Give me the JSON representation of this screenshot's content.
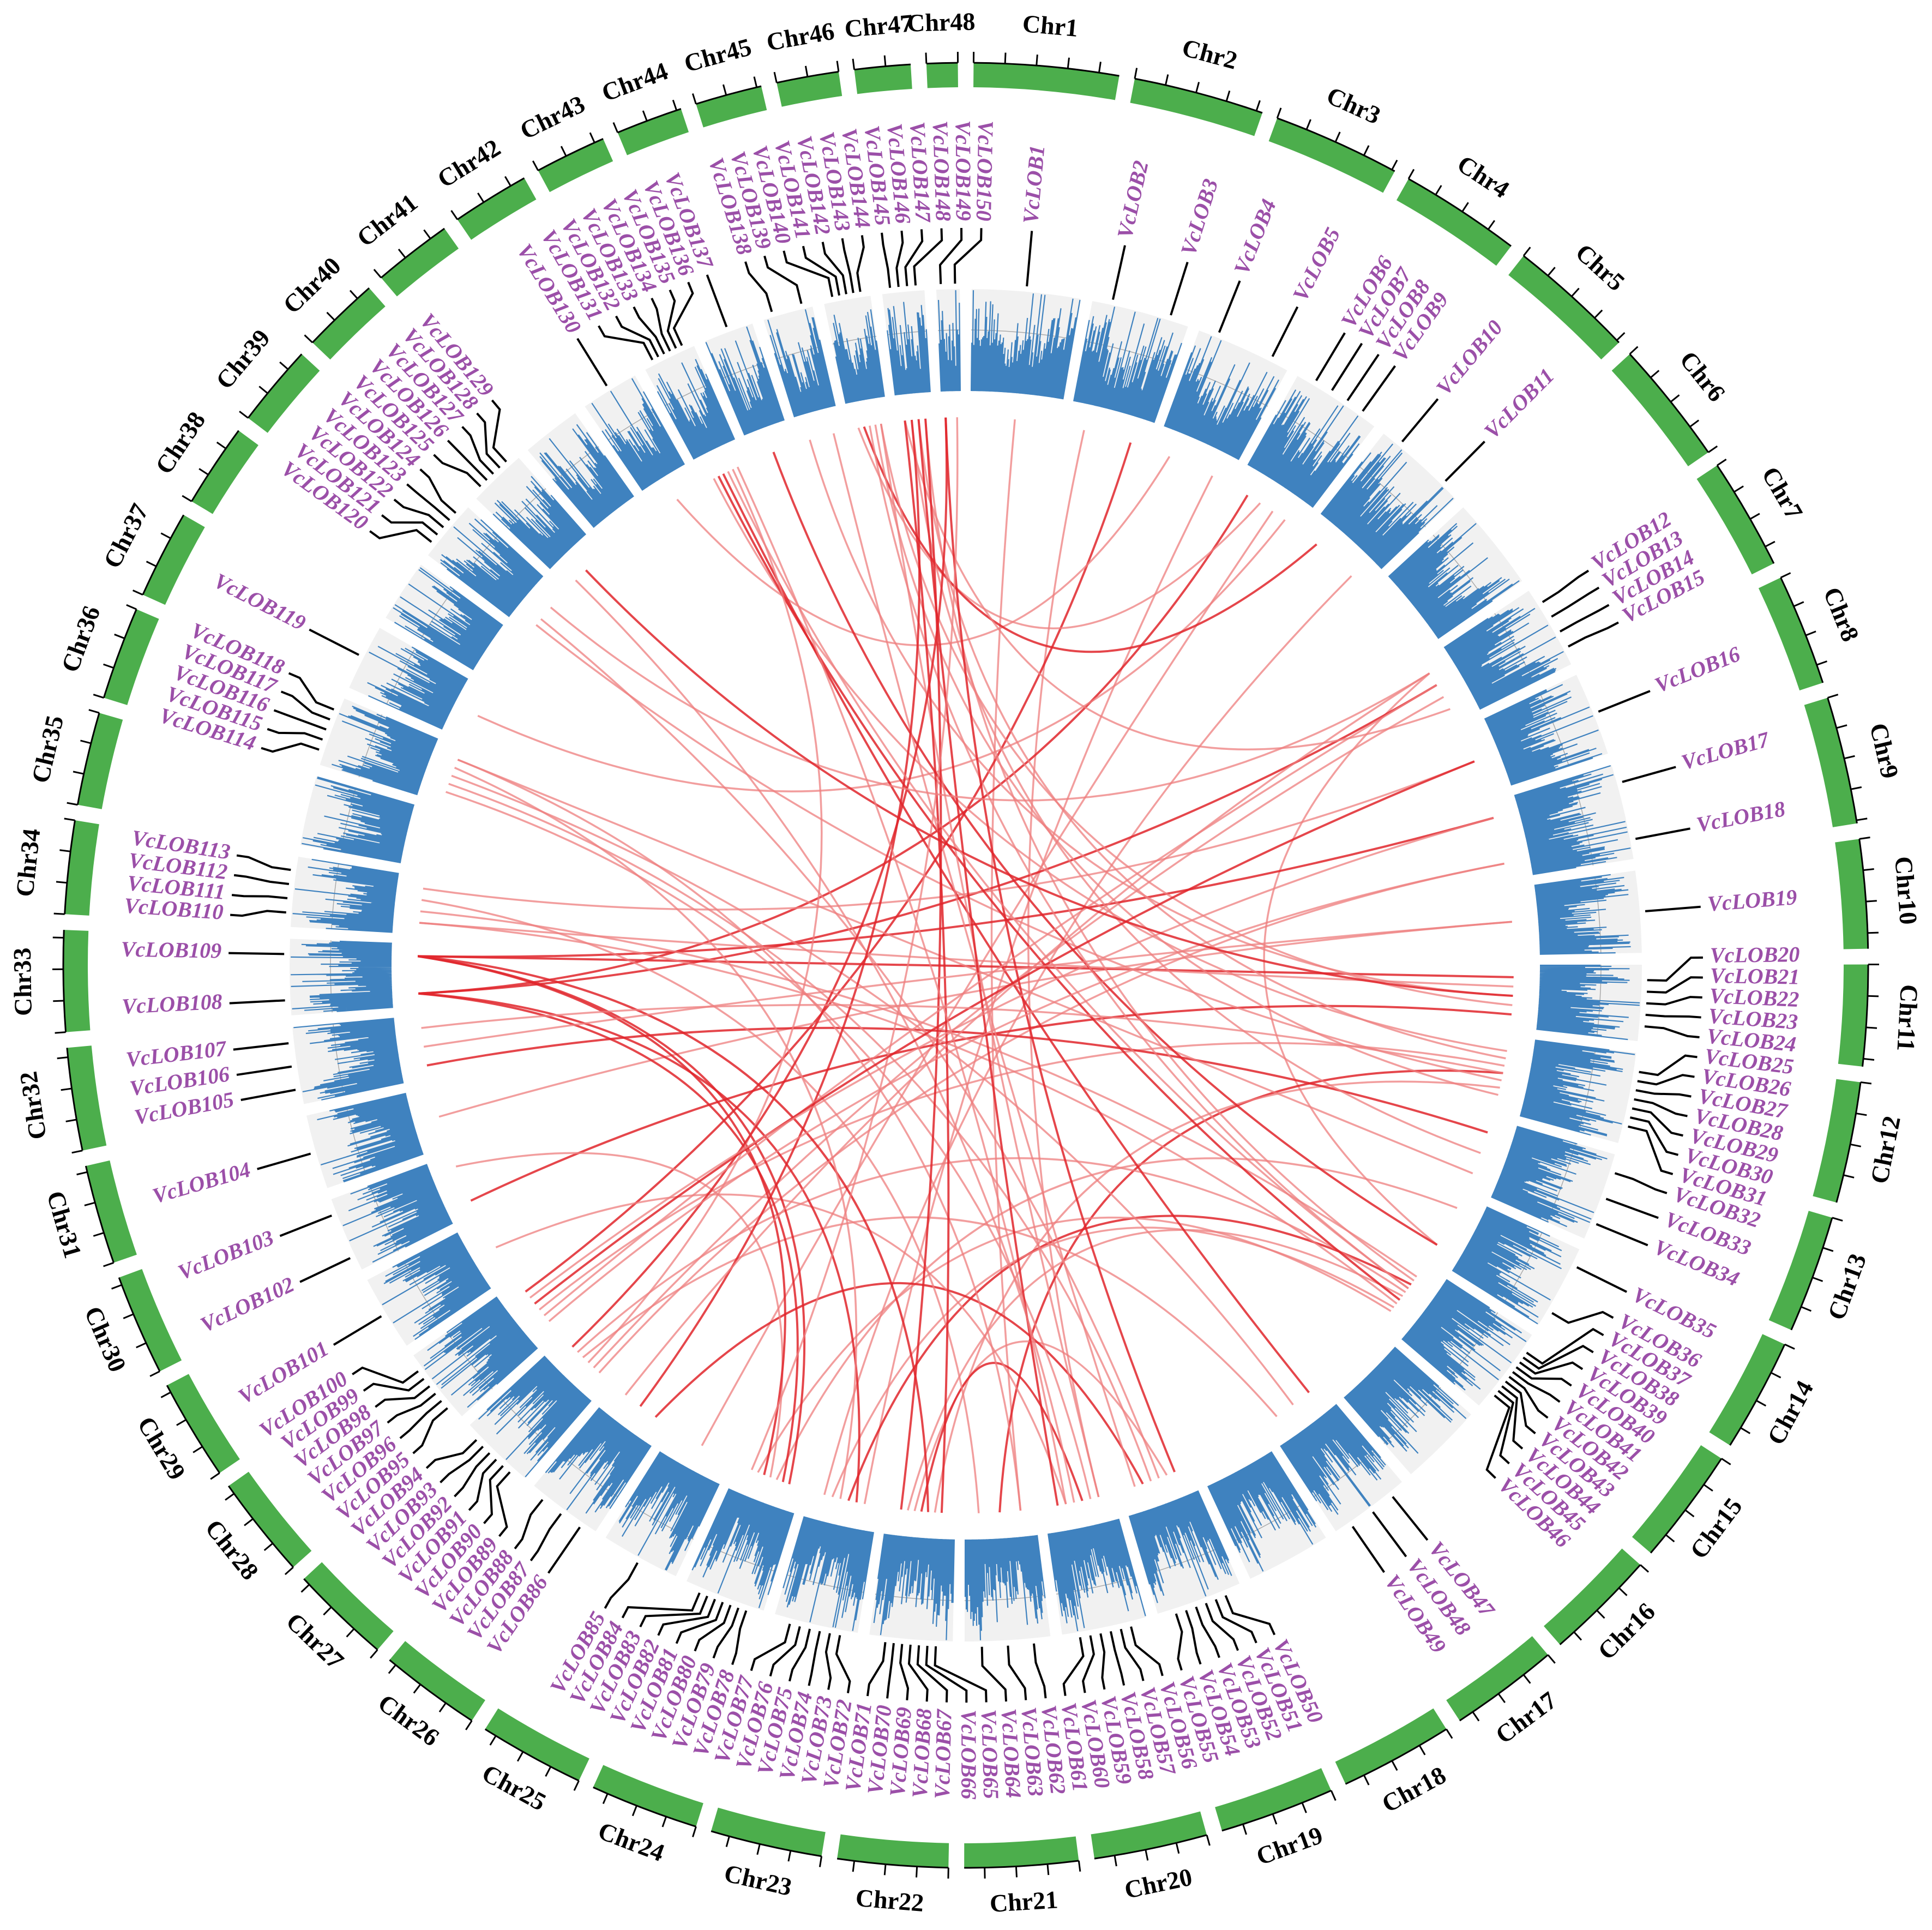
{
  "chart_data": {
    "type": "circos",
    "title": "",
    "colors": {
      "chromosome": "#4cae4c",
      "density": "#3f82bf",
      "track_bg": "#f1f1f1",
      "gene_label": "#9b4fa8",
      "link_light": "#ee7d7d",
      "link_dark": "#e0262b"
    },
    "chromosomes": [
      {
        "name": "Chr1",
        "length": 9.3
      },
      {
        "name": "Chr2",
        "length": 8.4
      },
      {
        "name": "Chr3",
        "length": 8.2
      },
      {
        "name": "Chr4",
        "length": 7.8
      },
      {
        "name": "Chr5",
        "length": 8.2
      },
      {
        "name": "Chr6",
        "length": 8.0
      },
      {
        "name": "Chr7",
        "length": 7.2
      },
      {
        "name": "Chr8",
        "length": 7.2
      },
      {
        "name": "Chr9",
        "length": 8.2
      },
      {
        "name": "Chr10",
        "length": 7.0
      },
      {
        "name": "Chr11",
        "length": 6.5
      },
      {
        "name": "Chr12",
        "length": 7.8
      },
      {
        "name": "Chr13",
        "length": 7.6
      },
      {
        "name": "Chr14",
        "length": 7.3
      },
      {
        "name": "Chr15",
        "length": 7.5
      },
      {
        "name": "Chr16",
        "length": 7.2
      },
      {
        "name": "Chr17",
        "length": 7.0
      },
      {
        "name": "Chr18",
        "length": 7.3
      },
      {
        "name": "Chr19",
        "length": 7.4
      },
      {
        "name": "Chr20",
        "length": 7.3
      },
      {
        "name": "Chr21",
        "length": 7.3
      },
      {
        "name": "Chr22",
        "length": 7.1
      },
      {
        "name": "Chr23",
        "length": 7.2
      },
      {
        "name": "Chr24",
        "length": 7.0
      },
      {
        "name": "Chr25",
        "length": 6.8
      },
      {
        "name": "Chr26",
        "length": 6.5
      },
      {
        "name": "Chr27",
        "length": 6.5
      },
      {
        "name": "Chr28",
        "length": 6.6
      },
      {
        "name": "Chr29",
        "length": 6.5
      },
      {
        "name": "Chr30",
        "length": 6.5
      },
      {
        "name": "Chr31",
        "length": 6.4
      },
      {
        "name": "Chr32",
        "length": 6.6
      },
      {
        "name": "Chr33",
        "length": 6.5
      },
      {
        "name": "Chr34",
        "length": 6.0
      },
      {
        "name": "Chr35",
        "length": 6.0
      },
      {
        "name": "Chr36",
        "length": 6.0
      },
      {
        "name": "Chr37",
        "length": 5.7
      },
      {
        "name": "Chr38",
        "length": 5.4
      },
      {
        "name": "Chr39",
        "length": 5.3
      },
      {
        "name": "Chr40",
        "length": 5.0
      },
      {
        "name": "Chr41",
        "length": 5.1
      },
      {
        "name": "Chr42",
        "length": 5.0
      },
      {
        "name": "Chr43",
        "length": 4.6
      },
      {
        "name": "Chr44",
        "length": 4.3
      },
      {
        "name": "Chr45",
        "length": 4.3
      },
      {
        "name": "Chr46",
        "length": 4.0
      },
      {
        "name": "Chr47",
        "length": 3.6
      },
      {
        "name": "Chr48",
        "length": 2.0
      }
    ],
    "genes": [
      [
        "VcLOB1",
        1
      ],
      [
        "VcLOB2",
        2
      ],
      [
        "VcLOB3",
        2
      ],
      [
        "VcLOB4",
        3
      ],
      [
        "VcLOB5",
        3
      ],
      [
        "VcLOB6",
        4
      ],
      [
        "VcLOB7",
        4
      ],
      [
        "VcLOB8",
        4
      ],
      [
        "VcLOB9",
        4
      ],
      [
        "VcLOB10",
        5
      ],
      [
        "VcLOB11",
        5
      ],
      [
        "VcLOB12",
        7
      ],
      [
        "VcLOB13",
        7
      ],
      [
        "VcLOB14",
        7
      ],
      [
        "VcLOB15",
        7
      ],
      [
        "VcLOB16",
        8
      ],
      [
        "VcLOB17",
        9
      ],
      [
        "VcLOB18",
        9
      ],
      [
        "VcLOB19",
        10
      ],
      [
        "VcLOB20",
        11
      ],
      [
        "VcLOB21",
        11
      ],
      [
        "VcLOB22",
        11
      ],
      [
        "VcLOB23",
        11
      ],
      [
        "VcLOB24",
        11
      ],
      [
        "VcLOB25",
        12
      ],
      [
        "VcLOB26",
        12
      ],
      [
        "VcLOB27",
        12
      ],
      [
        "VcLOB28",
        12
      ],
      [
        "VcLOB29",
        12
      ],
      [
        "VcLOB30",
        12
      ],
      [
        "VcLOB31",
        12
      ],
      [
        "VcLOB32",
        13
      ],
      [
        "VcLOB33",
        13
      ],
      [
        "VcLOB34",
        13
      ],
      [
        "VcLOB35",
        14
      ],
      [
        "VcLOB36",
        14
      ],
      [
        "VcLOB37",
        15
      ],
      [
        "VcLOB38",
        15
      ],
      [
        "VcLOB39",
        15
      ],
      [
        "VcLOB40",
        15
      ],
      [
        "VcLOB41",
        15
      ],
      [
        "VcLOB42",
        15
      ],
      [
        "VcLOB43",
        15
      ],
      [
        "VcLOB44",
        15
      ],
      [
        "VcLOB45",
        15
      ],
      [
        "VcLOB46",
        15
      ],
      [
        "VcLOB47",
        17
      ],
      [
        "VcLOB48",
        17
      ],
      [
        "VcLOB49",
        17
      ],
      [
        "VcLOB50",
        19
      ],
      [
        "VcLOB51",
        19
      ],
      [
        "VcLOB52",
        19
      ],
      [
        "VcLOB53",
        19
      ],
      [
        "VcLOB54",
        19
      ],
      [
        "VcLOB55",
        19
      ],
      [
        "VcLOB56",
        20
      ],
      [
        "VcLOB57",
        20
      ],
      [
        "VcLOB58",
        20
      ],
      [
        "VcLOB59",
        20
      ],
      [
        "VcLOB60",
        20
      ],
      [
        "VcLOB61",
        20
      ],
      [
        "VcLOB62",
        21
      ],
      [
        "VcLOB63",
        21
      ],
      [
        "VcLOB64",
        21
      ],
      [
        "VcLOB65",
        22
      ],
      [
        "VcLOB66",
        22
      ],
      [
        "VcLOB67",
        22
      ],
      [
        "VcLOB68",
        22
      ],
      [
        "VcLOB69",
        22
      ],
      [
        "VcLOB70",
        22
      ],
      [
        "VcLOB71",
        22
      ],
      [
        "VcLOB72",
        23
      ],
      [
        "VcLOB73",
        23
      ],
      [
        "VcLOB74",
        23
      ],
      [
        "VcLOB75",
        23
      ],
      [
        "VcLOB76",
        23
      ],
      [
        "VcLOB77",
        23
      ],
      [
        "VcLOB78",
        24
      ],
      [
        "VcLOB79",
        24
      ],
      [
        "VcLOB80",
        24
      ],
      [
        "VcLOB81",
        24
      ],
      [
        "VcLOB82",
        24
      ],
      [
        "VcLOB83",
        24
      ],
      [
        "VcLOB84",
        24
      ],
      [
        "VcLOB85",
        25
      ],
      [
        "VcLOB86",
        26
      ],
      [
        "VcLOB87",
        26
      ],
      [
        "VcLOB88",
        26
      ],
      [
        "VcLOB89",
        27
      ],
      [
        "VcLOB90",
        27
      ],
      [
        "VcLOB91",
        27
      ],
      [
        "VcLOB92",
        27
      ],
      [
        "VcLOB93",
        27
      ],
      [
        "VcLOB94",
        27
      ],
      [
        "VcLOB95",
        28
      ],
      [
        "VcLOB96",
        28
      ],
      [
        "VcLOB97",
        28
      ],
      [
        "VcLOB98",
        28
      ],
      [
        "VcLOB99",
        28
      ],
      [
        "VcLOB100",
        28
      ],
      [
        "VcLOB101",
        29
      ],
      [
        "VcLOB102",
        30
      ],
      [
        "VcLOB103",
        30
      ],
      [
        "VcLOB104",
        31
      ],
      [
        "VcLOB105",
        32
      ],
      [
        "VcLOB106",
        32
      ],
      [
        "VcLOB107",
        32
      ],
      [
        "VcLOB108",
        33
      ],
      [
        "VcLOB109",
        33
      ],
      [
        "VcLOB110",
        34
      ],
      [
        "VcLOB111",
        34
      ],
      [
        "VcLOB112",
        34
      ],
      [
        "VcLOB113",
        34
      ],
      [
        "VcLOB114",
        36
      ],
      [
        "VcLOB115",
        36
      ],
      [
        "VcLOB116",
        36
      ],
      [
        "VcLOB117",
        36
      ],
      [
        "VcLOB118",
        36
      ],
      [
        "VcLOB119",
        37
      ],
      [
        "VcLOB120",
        39
      ],
      [
        "VcLOB121",
        39
      ],
      [
        "VcLOB122",
        39
      ],
      [
        "VcLOB123",
        39
      ],
      [
        "VcLOB124",
        39
      ],
      [
        "VcLOB125",
        40
      ],
      [
        "VcLOB126",
        40
      ],
      [
        "VcLOB127",
        40
      ],
      [
        "VcLOB128",
        40
      ],
      [
        "VcLOB129",
        40
      ],
      [
        "VcLOB130",
        42
      ],
      [
        "VcLOB131",
        43
      ],
      [
        "VcLOB132",
        43
      ],
      [
        "VcLOB133",
        43
      ],
      [
        "VcLOB134",
        43
      ],
      [
        "VcLOB135",
        43
      ],
      [
        "VcLOB136",
        43
      ],
      [
        "VcLOB137",
        44
      ],
      [
        "VcLOB138",
        45
      ],
      [
        "VcLOB139",
        45
      ],
      [
        "VcLOB140",
        46
      ],
      [
        "VcLOB141",
        46
      ],
      [
        "VcLOB142",
        46
      ],
      [
        "VcLOB143",
        46
      ],
      [
        "VcLOB144",
        46
      ],
      [
        "VcLOB145",
        47
      ],
      [
        "VcLOB146",
        47
      ],
      [
        "VcLOB147",
        47
      ],
      [
        "VcLOB148",
        47
      ],
      [
        "VcLOB149",
        48
      ],
      [
        "VcLOB150",
        48
      ]
    ],
    "links": [
      [
        1,
        62,
        0
      ],
      [
        2,
        56,
        0
      ],
      [
        3,
        100,
        1
      ],
      [
        4,
        130,
        0
      ],
      [
        5,
        72,
        0
      ],
      [
        6,
        108,
        1
      ],
      [
        7,
        140,
        0
      ],
      [
        8,
        85,
        0
      ],
      [
        9,
        119,
        0
      ],
      [
        10,
        141,
        1
      ],
      [
        11,
        77,
        0
      ],
      [
        12,
        36,
        0
      ],
      [
        13,
        108,
        1
      ],
      [
        14,
        90,
        0
      ],
      [
        15,
        145,
        0
      ],
      [
        16,
        113,
        0
      ],
      [
        17,
        109,
        1
      ],
      [
        18,
        89,
        0
      ],
      [
        19,
        104,
        0
      ],
      [
        20,
        109,
        1
      ],
      [
        21,
        110,
        0
      ],
      [
        22,
        138,
        0
      ],
      [
        23,
        144,
        0
      ],
      [
        24,
        102,
        1
      ],
      [
        25,
        131,
        0
      ],
      [
        26,
        147,
        0
      ],
      [
        27,
        97,
        0
      ],
      [
        28,
        63,
        1
      ],
      [
        29,
        120,
        0
      ],
      [
        30,
        66,
        0
      ],
      [
        31,
        143,
        0
      ],
      [
        32,
        105,
        1
      ],
      [
        33,
        146,
        0
      ],
      [
        34,
        118,
        0
      ],
      [
        35,
        80,
        0
      ],
      [
        36,
        137,
        1
      ],
      [
        37,
        111,
        0
      ],
      [
        38,
        148,
        0
      ],
      [
        39,
        74,
        1
      ],
      [
        40,
        142,
        0
      ],
      [
        41,
        93,
        0
      ],
      [
        42,
        70,
        0
      ],
      [
        43,
        132,
        1
      ],
      [
        44,
        110,
        0
      ],
      [
        45,
        76,
        0
      ],
      [
        46,
        83,
        0
      ],
      [
        47,
        133,
        1
      ],
      [
        48,
        116,
        0
      ],
      [
        49,
        92,
        0
      ],
      [
        50,
        149,
        1
      ],
      [
        51,
        69,
        0
      ],
      [
        52,
        121,
        0
      ],
      [
        53,
        115,
        0
      ],
      [
        54,
        86,
        1
      ],
      [
        55,
        139,
        0
      ],
      [
        56,
        144,
        0
      ],
      [
        57,
        114,
        0
      ],
      [
        58,
        68,
        1
      ],
      [
        59,
        125,
        0
      ],
      [
        60,
        101,
        0
      ],
      [
        61,
        147,
        1
      ],
      [
        62,
        118,
        0
      ],
      [
        64,
        112,
        0
      ],
      [
        65,
        145,
        1
      ],
      [
        67,
        109,
        1
      ],
      [
        71,
        148,
        1
      ],
      [
        73,
        108,
        1
      ],
      [
        75,
        117,
        0
      ],
      [
        78,
        109,
        1
      ],
      [
        79,
        108,
        1
      ],
      [
        81,
        103,
        0
      ],
      [
        82,
        109,
        1
      ],
      [
        84,
        150,
        0
      ],
      [
        87,
        146,
        1
      ],
      [
        88,
        12,
        0
      ],
      [
        91,
        135,
        0
      ],
      [
        94,
        149,
        1
      ],
      [
        95,
        18,
        0
      ],
      [
        96,
        13,
        0
      ],
      [
        98,
        16,
        1
      ],
      [
        99,
        17,
        0
      ],
      [
        106,
        19,
        0
      ],
      [
        107,
        28,
        0
      ],
      [
        123,
        12,
        0
      ],
      [
        127,
        22,
        1
      ],
      [
        134,
        40,
        0
      ],
      [
        136,
        60,
        0
      ]
    ]
  }
}
